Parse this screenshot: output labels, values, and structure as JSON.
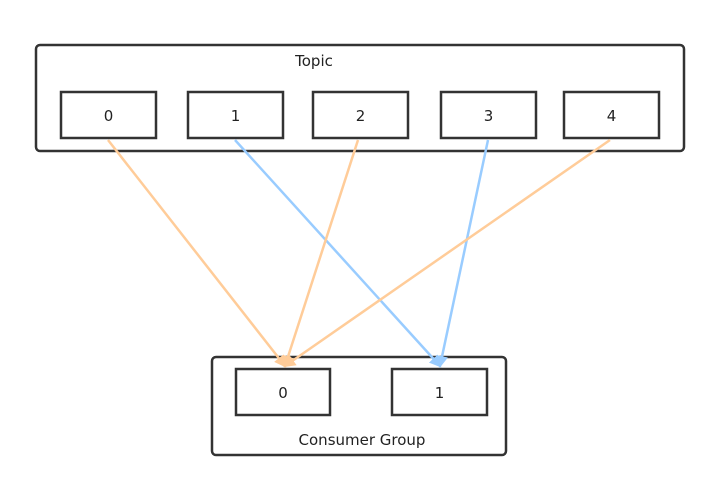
{
  "topic": {
    "title": "Topic",
    "partitions": [
      "0",
      "1",
      "2",
      "3",
      "4"
    ]
  },
  "consumer_group": {
    "title": "Consumer Group",
    "consumers": [
      "0",
      "1"
    ]
  },
  "assignments": [
    {
      "partition": "0",
      "consumer": "0",
      "color": "#ffcc99"
    },
    {
      "partition": "1",
      "consumer": "1",
      "color": "#99ccff"
    },
    {
      "partition": "2",
      "consumer": "0",
      "color": "#ffcc99"
    },
    {
      "partition": "3",
      "consumer": "1",
      "color": "#99ccff"
    },
    {
      "partition": "4",
      "consumer": "0",
      "color": "#ffcc99"
    }
  ],
  "colors": {
    "consumer_0_arrow": "#ffcc99",
    "consumer_1_arrow": "#99ccff",
    "border": "#333333"
  }
}
